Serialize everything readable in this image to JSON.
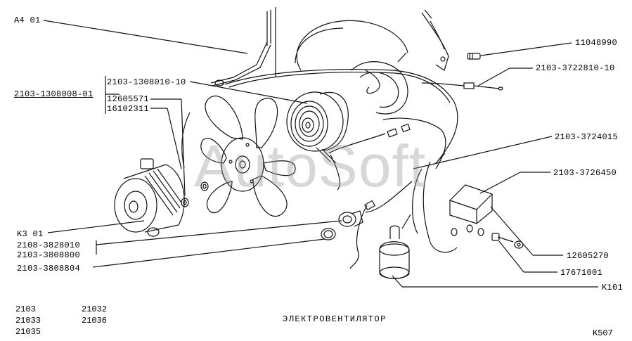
{
  "colors": {
    "ink": "#111111",
    "watermark": "#b5b5b5",
    "background": "#ffffff"
  },
  "watermark": "AutoSoft",
  "title": "ЭЛЕКТРОВЕНТИЛЯТОР",
  "page_id": "K507",
  "models": {
    "col1": [
      "2103",
      "21033",
      "21035"
    ],
    "col2": [
      "21032",
      "21036"
    ]
  },
  "labels": {
    "a401": "A4 01",
    "p2103_1308008_01": "2103-1308008-01",
    "p2103_1308010_10": "2103-1308010-10",
    "p12605571": "12605571",
    "p16102311": "16102311",
    "k301": "K3 01",
    "p2108_3828010": "2108-3828010",
    "p2103_3808800": "2103-3808800",
    "p2103_3808804": "2103-3808804",
    "p11048990": "11048990",
    "p2103_3722810_10": "2103-3722810-10",
    "p2103_3724015": "2103-3724015",
    "p2103_3726450": "2103-3726450",
    "p12605270": "12605270",
    "p17671001": "17671001",
    "k101": "K101"
  }
}
